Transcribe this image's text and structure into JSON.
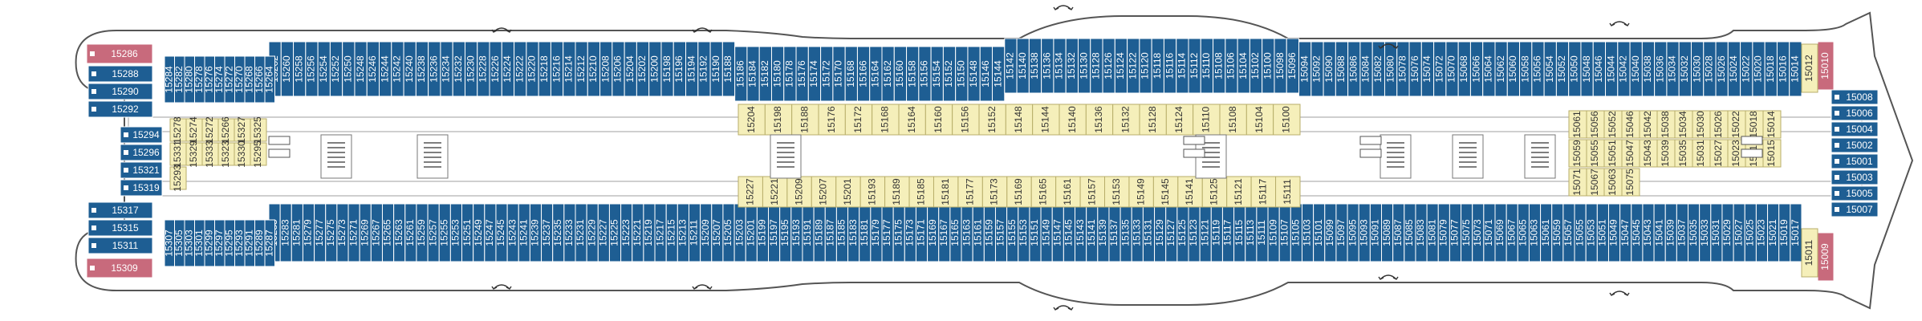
{
  "colors": {
    "outside": "#1e5e93",
    "inside": "#f5efba",
    "suite": "#c86a7c",
    "hull": "#555555",
    "corridor": "#ffffff",
    "text_outside": "#ffffff",
    "text_inside": "#333333"
  },
  "icons": [
    "elevator-icon",
    "stairs-icon",
    "swap-arrows-icon",
    "accessible-cabin-icon"
  ],
  "deck": {
    "outside_top_strip": [
      "15262",
      "15260",
      "15258",
      "15256",
      "15254",
      "15252",
      "15250",
      "15248",
      "15246",
      "15244",
      "15242",
      "15240",
      "15238",
      "15236",
      "15234",
      "15232",
      "15230",
      "15228",
      "15226",
      "15224",
      "15222",
      "15220",
      "15218",
      "15216",
      "15214",
      "15212",
      "15210",
      "15208",
      "15206",
      "15204",
      "15202",
      "15200",
      "15198",
      "15196",
      "15194",
      "15192",
      "15190",
      "15188",
      "15186",
      "15184",
      "15182",
      "15180",
      "15178",
      "15176",
      "15174",
      "15172",
      "15170",
      "15168",
      "15166",
      "15164",
      "15162",
      "15160",
      "15158",
      "15156",
      "15154",
      "15152",
      "15150",
      "15148",
      "15146",
      "15144",
      "15142",
      "15140",
      "15138",
      "15136",
      "15134",
      "15132",
      "15130",
      "15128",
      "15126",
      "15124",
      "15122",
      "15120",
      "15118",
      "15116",
      "15114",
      "15112",
      "15110",
      "15108",
      "15106",
      "15104",
      "15102",
      "15100",
      "15098",
      "15096",
      "15094",
      "15092",
      "15090",
      "15088",
      "15086",
      "15084",
      "15082",
      "15080",
      "15078",
      "15076",
      "15074",
      "15072",
      "15070",
      "15068",
      "15066",
      "15064",
      "15062",
      "15060",
      "15058",
      "15056",
      "15054",
      "15052",
      "15050",
      "15048",
      "15046",
      "15044",
      "15042",
      "15040",
      "15038",
      "15036",
      "15034",
      "15032",
      "15030",
      "15028",
      "15026",
      "15024",
      "15022",
      "15020",
      "15018",
      "15016",
      "15014"
    ],
    "outside_bottom_strip": [
      "15285",
      "15283",
      "15281",
      "15279",
      "15277",
      "15275",
      "15273",
      "15271",
      "15269",
      "15267",
      "15265",
      "15263",
      "15261",
      "15259",
      "15257",
      "15255",
      "15253",
      "15251",
      "15249",
      "15247",
      "15245",
      "15243",
      "15241",
      "15239",
      "15237",
      "15235",
      "15233",
      "15231",
      "15229",
      "15227",
      "15225",
      "15223",
      "15221",
      "15219",
      "15217",
      "15215",
      "15213",
      "15211",
      "15209",
      "15207",
      "15205",
      "15203",
      "15201",
      "15199",
      "15197",
      "15195",
      "15193",
      "15191",
      "15189",
      "15187",
      "15185",
      "15183",
      "15181",
      "15179",
      "15177",
      "15175",
      "15173",
      "15171",
      "15169",
      "15167",
      "15165",
      "15163",
      "15161",
      "15159",
      "15157",
      "15155",
      "15153",
      "15151",
      "15149",
      "15147",
      "15145",
      "15143",
      "15141",
      "15139",
      "15137",
      "15135",
      "15133",
      "15131",
      "15129",
      "15127",
      "15125",
      "15123",
      "15121",
      "15119",
      "15117",
      "15115",
      "15113",
      "15111",
      "15109",
      "15107",
      "15105",
      "15103",
      "15101",
      "15099",
      "15097",
      "15095",
      "15093",
      "15091",
      "15089",
      "15087",
      "15085",
      "15083",
      "15081",
      "15079",
      "15077",
      "15075",
      "15073",
      "15071",
      "15069",
      "15067",
      "15065",
      "15063",
      "15061",
      "15059",
      "15057",
      "15055",
      "15053",
      "15051",
      "15049",
      "15047",
      "15045",
      "15043",
      "15041",
      "15039",
      "15037",
      "15035",
      "15033",
      "15031",
      "15029",
      "15027",
      "15025",
      "15023",
      "15021",
      "15019",
      "15017"
    ],
    "aft_top": [
      "15288",
      "15290",
      "15292"
    ],
    "aft_bottom": [
      "15317",
      "15315",
      "15311"
    ],
    "aft_outer_vertical": [
      "15294",
      "15296",
      "15321",
      "15319"
    ],
    "aft_vertical_top": [
      "15284",
      "15282",
      "15280",
      "15278",
      "15276",
      "15274",
      "15272",
      "15270",
      "15268",
      "15266",
      "15264"
    ],
    "aft_vertical_bottom": [
      "15307",
      "15305",
      "15303",
      "15301",
      "15299",
      "15297",
      "15295",
      "15293",
      "15291",
      "15289",
      "15287"
    ],
    "aft_inside": [
      "15278",
      "15274",
      "15272",
      "15266",
      "15327",
      "15325",
      "15331",
      "15329",
      "15333",
      "15323",
      "15330",
      "15295",
      "15293"
    ],
    "suites": [
      "15286",
      "15309",
      "15010",
      "15009"
    ],
    "mid_inside_top": [
      "15204",
      "15198",
      "15188",
      "15176",
      "15172",
      "15168",
      "15164",
      "15160",
      "15156",
      "15152",
      "15148",
      "15144",
      "15140",
      "15136",
      "15132",
      "15128",
      "15124",
      "15110",
      "15108",
      "15104",
      "15100"
    ],
    "mid_inside_bottom": [
      "15227",
      "15221",
      "15209",
      "15207",
      "15201",
      "15193",
      "15189",
      "15185",
      "15181",
      "15177",
      "15173",
      "15169",
      "15165",
      "15161",
      "15157",
      "15153",
      "15149",
      "15145",
      "15141",
      "15125",
      "15121",
      "15117",
      "15111"
    ],
    "fwd_inside": [
      "15061",
      "15056",
      "15052",
      "15046",
      "15042",
      "15038",
      "15034",
      "15030",
      "15026",
      "15022",
      "15018",
      "15014",
      "15059",
      "15055",
      "15051",
      "15047",
      "15043",
      "15039",
      "15035",
      "15031",
      "15027",
      "15023",
      "15019",
      "15015",
      "15071",
      "15067",
      "15063",
      "15075"
    ],
    "fwd_outer_vertical": [
      "15008",
      "15006",
      "15004",
      "15002",
      "15001",
      "15003",
      "15005",
      "15007"
    ],
    "fwd_end_top": [
      "15012"
    ],
    "fwd_end_bottom": [
      "15011"
    ]
  }
}
